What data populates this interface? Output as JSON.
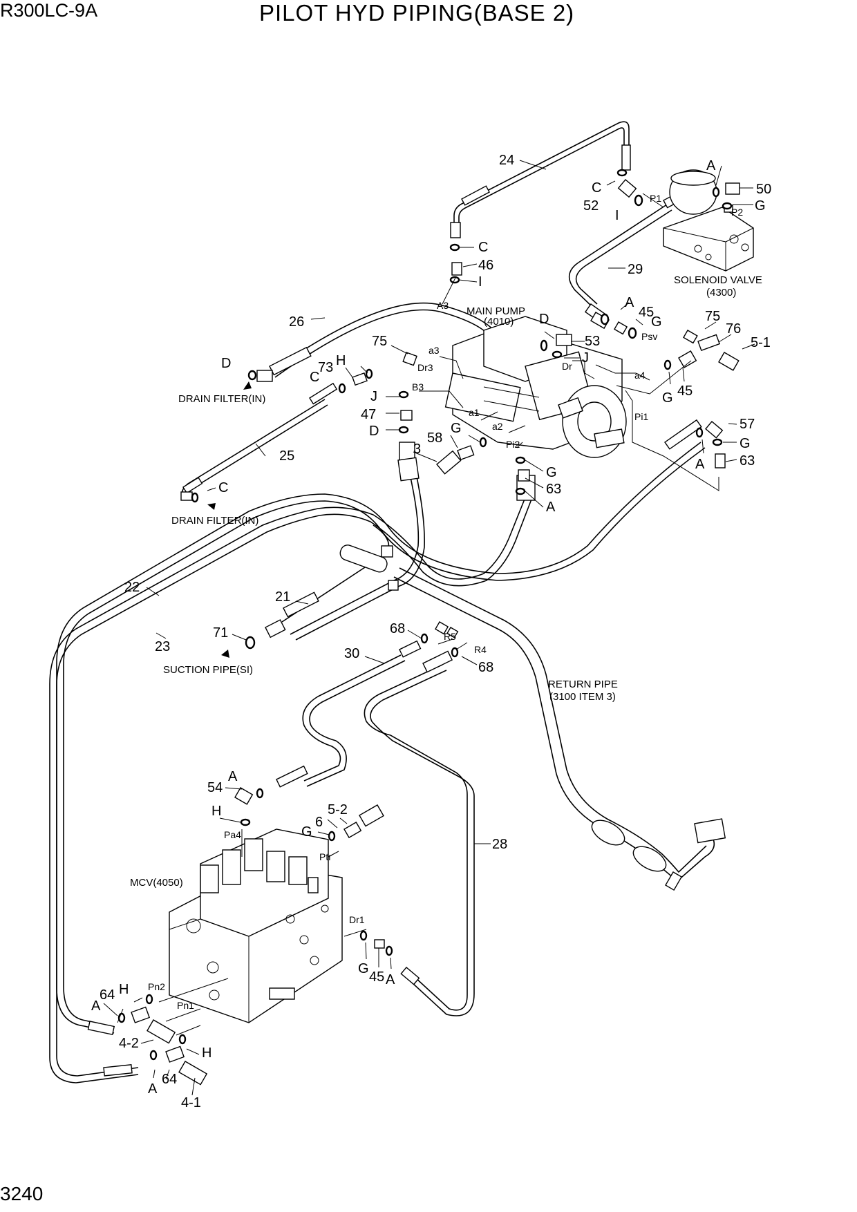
{
  "header": {
    "model": "R300LC-9A",
    "title": "PILOT HYD PIPING(BASE 2)",
    "page_number": "3240"
  },
  "notes": {
    "solenoid_valve": "SOLENOID VALVE",
    "solenoid_valve_no": "(4300)",
    "main_pump": "MAIN PUMP",
    "main_pump_no": "(4010)",
    "drain_filter_1": "DRAIN FILTER(IN)",
    "drain_filter_2": "DRAIN FILTER(IN)",
    "suction_pipe": "SUCTION PIPE(SI)",
    "return_pipe": "RETURN PIPE",
    "return_pipe_ref": "(3100 ITEM 3)",
    "mcv": "MCV(4050)"
  },
  "ports": {
    "p1": "P1",
    "p2": "P2",
    "a3": "A3",
    "a3_small": "a3",
    "dr3": "Dr3",
    "b3": "B3",
    "a1": "a1",
    "a2": "a2",
    "pi2": "Pi2",
    "dr": "Dr",
    "psv": "Psv",
    "a4": "a4",
    "pi1": "Pi1",
    "r5": "R5",
    "r4": "R4",
    "pa4": "Pa4",
    "ptr": "Ptr",
    "dr1": "Dr1",
    "pn2": "Pn2",
    "pn1": "Pn1"
  },
  "callouts": {
    "c24": "24",
    "c_c1": "C",
    "c52": "52",
    "c_i1": "I",
    "c_a1": "A",
    "c50": "50",
    "c_g1": "G",
    "c_c2": "C",
    "c46": "46",
    "c_i2": "I",
    "c29": "29",
    "c_a2": "A",
    "c45a": "45",
    "c_g2": "G",
    "c75a": "75",
    "c76": "76",
    "c5_1": "5-1",
    "c_d1": "D",
    "c53": "53",
    "c_j1": "J",
    "c45b": "45",
    "c_g3": "G",
    "c26": "26",
    "c75b": "75",
    "c_d2": "D",
    "c73": "73",
    "c_h1": "H",
    "c_c3": "C",
    "c_j2": "J",
    "c47": "47",
    "c_d3": "D",
    "c58": "58",
    "c_g4": "G",
    "c3": "3",
    "c_g5": "G",
    "c63a": "63",
    "c_a3": "A",
    "c57": "57",
    "c_g6": "G",
    "c_a4": "A",
    "c63b": "63",
    "c25": "25",
    "c_c4": "C",
    "c22": "22",
    "c21": "21",
    "c71": "71",
    "c23": "23",
    "c68a": "68",
    "c30": "30",
    "c68b": "68",
    "c54": "54",
    "c_a5": "A",
    "c_h2": "H",
    "c5_2": "5-2",
    "c6": "6",
    "c_g7": "G",
    "c28": "28",
    "c_g8": "G",
    "c45c": "45",
    "c_a6": "A",
    "c64a": "64",
    "c_a7": "A",
    "c_h3": "H",
    "c4_2": "4-2",
    "c_h4": "H",
    "c_a8": "A",
    "c64b": "64",
    "c4_1": "4-1"
  }
}
